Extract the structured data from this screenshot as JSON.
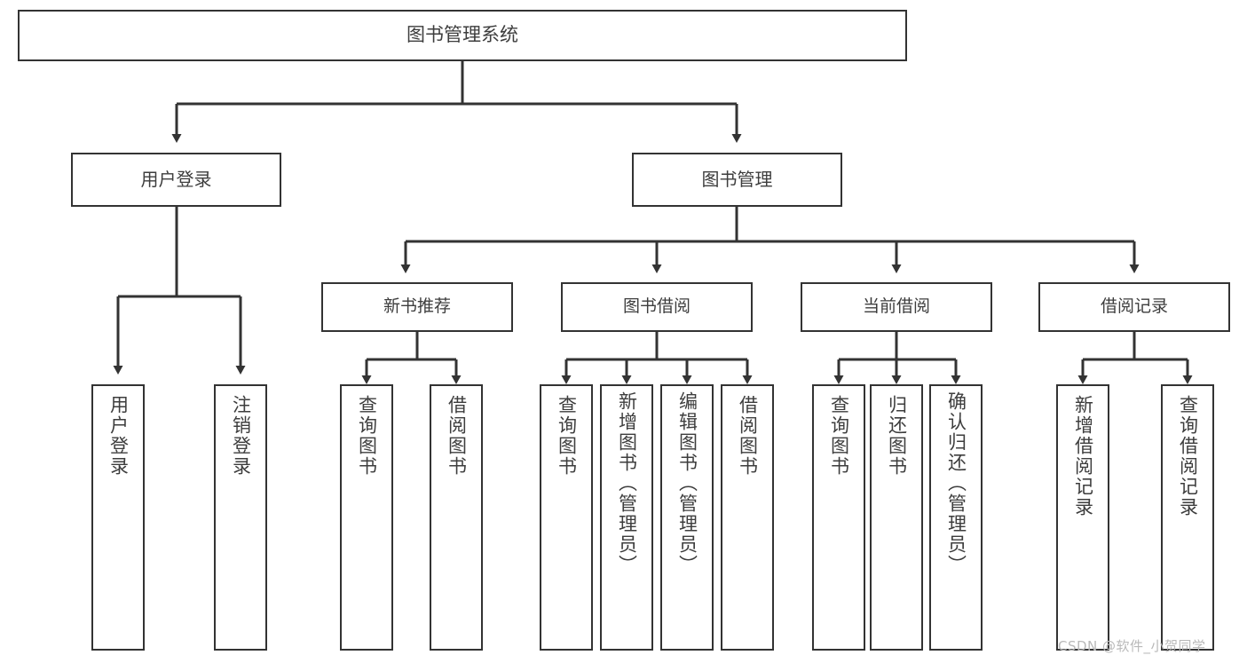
{
  "diagram": {
    "title": "图书管理系统",
    "watermark": "CSDN @软件_小贺同学",
    "line_color": "#333333",
    "text_color": "#3d3d3d",
    "box_fill": "#ffffff",
    "watermark_color": "#b9b9b9",
    "root": {
      "label": "图书管理系统"
    },
    "level1": [
      {
        "label": "用户登录"
      },
      {
        "label": "图书管理"
      }
    ],
    "level2": [
      {
        "label": "新书推荐"
      },
      {
        "label": "图书借阅"
      },
      {
        "label": "当前借阅"
      },
      {
        "label": "借阅记录"
      }
    ],
    "leaves": {
      "user_login": [
        {
          "label": "用户登录"
        },
        {
          "label": "注销登录"
        }
      ],
      "new_book_recommend": [
        {
          "label": "查询图书"
        },
        {
          "label": "借阅图书"
        }
      ],
      "book_borrow": [
        {
          "label": "查询图书"
        },
        {
          "label": "新增图书（管理员）"
        },
        {
          "label": "编辑图书（管理员）"
        },
        {
          "label": "借阅图书"
        }
      ],
      "current_borrow": [
        {
          "label": "查询图书"
        },
        {
          "label": "归还图书"
        },
        {
          "label": "确认归还（管理员）"
        }
      ],
      "borrow_record": [
        {
          "label": "新增借阅记录"
        },
        {
          "label": "查询借阅记录"
        }
      ]
    }
  }
}
